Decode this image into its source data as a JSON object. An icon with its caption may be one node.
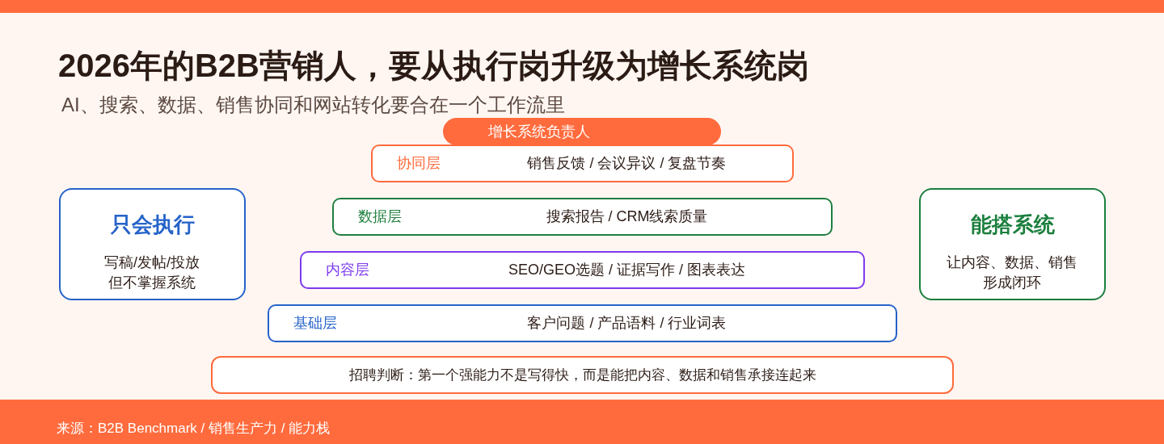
{
  "diagram": {
    "title": "2026年的B2B营销人，要从执行岗升级为增长系统岗",
    "caption": "来源：B2B Benchmark / 销售生产力 / 能力栈",
    "nodes": [
      {
        "text": [
          "增长系统负责人"
        ]
      },
      {
        "text": [
          "协同层",
          "销售反馈 / 会议异议 / 复盘节奏"
        ]
      },
      {
        "text": [
          "数据层",
          "搜索报告 / CRM线索质量"
        ]
      },
      {
        "text": [
          "内容层",
          "SEO/GEO选题 / 证据写作 / 图表表达"
        ]
      },
      {
        "text": [
          "基础层",
          "客户问题 / 产品语料 / 行业词表"
        ]
      },
      {
        "text": [
          "只会执行",
          "写稿/发帖/投放但不掌握系统"
        ]
      },
      {
        "text": [
          "能搭系统",
          "让内容、数据、销售形成闭环"
        ]
      },
      {
        "text": [
          "招聘判断：第一个强能力不是写得快，而是能把内容、数据和销售承接连起来"
        ]
      }
    ],
    "labels": [
      "AI、搜索、数据、销售协同和网站转化要合在一个工作流里"
    ]
  }
}
